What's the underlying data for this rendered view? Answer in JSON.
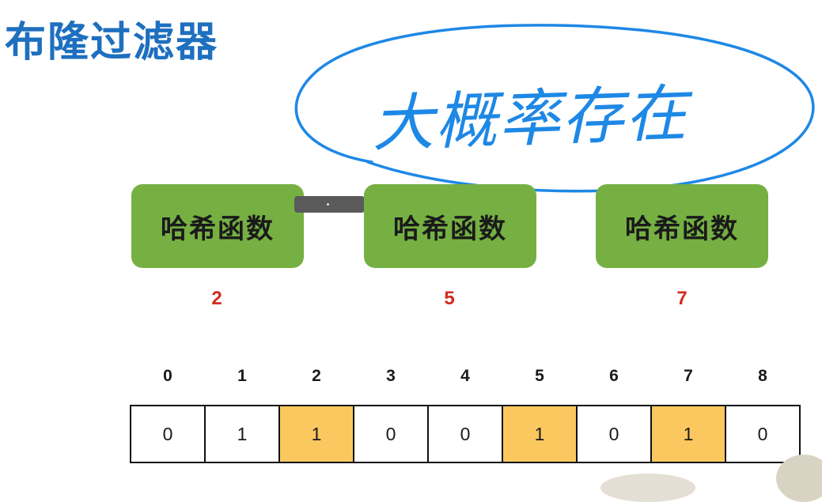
{
  "title": "布隆过滤器",
  "annotation": {
    "text": "大概率存在",
    "color": "#1e88e5"
  },
  "hash_functions": [
    {
      "label": "哈希函数",
      "output": "2"
    },
    {
      "label": "哈希函数",
      "output": "5"
    },
    {
      "label": "哈希函数",
      "output": "7"
    }
  ],
  "bit_array": {
    "indices": [
      "0",
      "1",
      "2",
      "3",
      "4",
      "5",
      "6",
      "7",
      "8"
    ],
    "bits": [
      "0",
      "1",
      "1",
      "0",
      "0",
      "1",
      "0",
      "1",
      "0"
    ],
    "highlighted": [
      2,
      5,
      7
    ]
  },
  "colors": {
    "title": "#1e6fbf",
    "hash_box": "#76b043",
    "output": "#d42a1e",
    "highlight": "#fbc85f"
  }
}
